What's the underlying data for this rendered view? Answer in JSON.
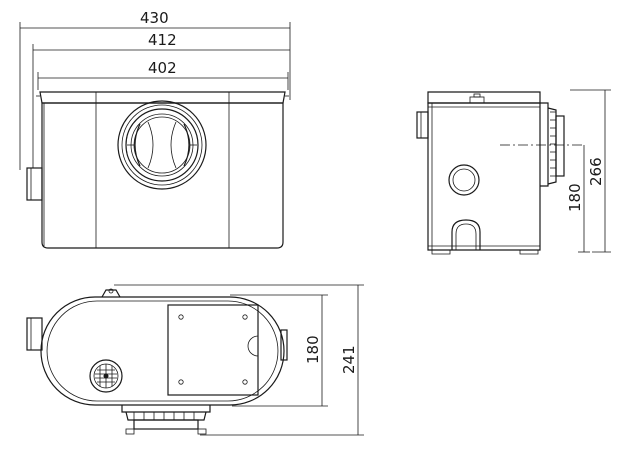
{
  "front_view": {
    "dim_overall": "430",
    "dim_middle": "412",
    "dim_inner": "402"
  },
  "side_view": {
    "dim_height": "266",
    "dim_outlet_height": "180"
  },
  "top_view": {
    "dim_depth": "241",
    "dim_inner_depth": "180"
  }
}
